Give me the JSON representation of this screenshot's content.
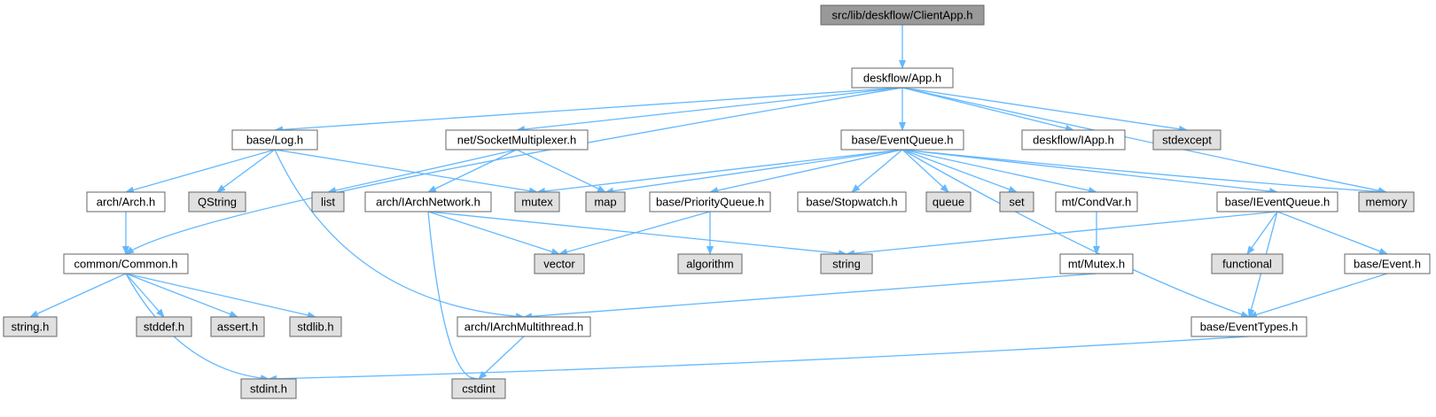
{
  "colors": {
    "edge": "#63b8ff",
    "root_fill": "#999999",
    "local_fill": "#ffffff",
    "system_fill": "#e0e0e0",
    "border": "#666666"
  },
  "nodes": {
    "clientapp": {
      "label": "src/lib/deskflow/ClientApp.h",
      "kind": "root"
    },
    "app": {
      "label": "deskflow/App.h",
      "kind": "local"
    },
    "log": {
      "label": "base/Log.h",
      "kind": "local"
    },
    "socketmux": {
      "label": "net/SocketMultiplexer.h",
      "kind": "local"
    },
    "eventqueue": {
      "label": "base/EventQueue.h",
      "kind": "local"
    },
    "iapp": {
      "label": "deskflow/IApp.h",
      "kind": "local"
    },
    "stdexcept": {
      "label": "stdexcept",
      "kind": "system"
    },
    "arch": {
      "label": "arch/Arch.h",
      "kind": "local"
    },
    "qstring": {
      "label": "QString",
      "kind": "system"
    },
    "list": {
      "label": "list",
      "kind": "system"
    },
    "iarchnetwork": {
      "label": "arch/IArchNetwork.h",
      "kind": "local"
    },
    "mutex": {
      "label": "mutex",
      "kind": "system"
    },
    "map": {
      "label": "map",
      "kind": "system"
    },
    "priorityqueue": {
      "label": "base/PriorityQueue.h",
      "kind": "local"
    },
    "stopwatch": {
      "label": "base/Stopwatch.h",
      "kind": "local"
    },
    "queue": {
      "label": "queue",
      "kind": "system"
    },
    "set": {
      "label": "set",
      "kind": "system"
    },
    "condvar": {
      "label": "mt/CondVar.h",
      "kind": "local"
    },
    "ieventqueue": {
      "label": "base/IEventQueue.h",
      "kind": "local"
    },
    "memory": {
      "label": "memory",
      "kind": "system"
    },
    "common": {
      "label": "common/Common.h",
      "kind": "local"
    },
    "vector": {
      "label": "vector",
      "kind": "system"
    },
    "algorithm": {
      "label": "algorithm",
      "kind": "system"
    },
    "string": {
      "label": "string",
      "kind": "system"
    },
    "mtmutex": {
      "label": "mt/Mutex.h",
      "kind": "local"
    },
    "functional": {
      "label": "functional",
      "kind": "system"
    },
    "event": {
      "label": "base/Event.h",
      "kind": "local"
    },
    "stringh": {
      "label": "string.h",
      "kind": "system"
    },
    "stddef": {
      "label": "stddef.h",
      "kind": "system"
    },
    "assert": {
      "label": "assert.h",
      "kind": "system"
    },
    "stdlib": {
      "label": "stdlib.h",
      "kind": "system"
    },
    "iarchmt": {
      "label": "arch/IArchMultithread.h",
      "kind": "local"
    },
    "eventtypes": {
      "label": "base/EventTypes.h",
      "kind": "local"
    },
    "stdint": {
      "label": "stdint.h",
      "kind": "system"
    },
    "cstdint": {
      "label": "cstdint",
      "kind": "system"
    }
  },
  "edges": [
    [
      "clientapp",
      "app"
    ],
    [
      "app",
      "common"
    ],
    [
      "app",
      "log"
    ],
    [
      "app",
      "socketmux"
    ],
    [
      "app",
      "eventqueue"
    ],
    [
      "app",
      "iapp"
    ],
    [
      "app",
      "stdexcept"
    ],
    [
      "app",
      "memory"
    ],
    [
      "log",
      "arch"
    ],
    [
      "log",
      "qstring"
    ],
    [
      "log",
      "mutex"
    ],
    [
      "log",
      "iarchmt"
    ],
    [
      "socketmux",
      "list"
    ],
    [
      "socketmux",
      "iarchnetwork"
    ],
    [
      "socketmux",
      "map"
    ],
    [
      "eventqueue",
      "mutex"
    ],
    [
      "eventqueue",
      "map"
    ],
    [
      "eventqueue",
      "priorityqueue"
    ],
    [
      "eventqueue",
      "stopwatch"
    ],
    [
      "eventqueue",
      "queue"
    ],
    [
      "eventqueue",
      "set"
    ],
    [
      "eventqueue",
      "condvar"
    ],
    [
      "eventqueue",
      "ieventqueue"
    ],
    [
      "eventqueue",
      "memory"
    ],
    [
      "eventqueue",
      "eventtypes"
    ],
    [
      "arch",
      "common"
    ],
    [
      "iarchnetwork",
      "vector"
    ],
    [
      "iarchnetwork",
      "string"
    ],
    [
      "iarchnetwork",
      "cstdint"
    ],
    [
      "priorityqueue",
      "vector"
    ],
    [
      "priorityqueue",
      "algorithm"
    ],
    [
      "condvar",
      "mtmutex"
    ],
    [
      "mtmutex",
      "iarchmt"
    ],
    [
      "ieventqueue",
      "string"
    ],
    [
      "ieventqueue",
      "functional"
    ],
    [
      "ieventqueue",
      "event"
    ],
    [
      "ieventqueue",
      "eventtypes"
    ],
    [
      "event",
      "eventtypes"
    ],
    [
      "common",
      "stringh"
    ],
    [
      "common",
      "stddef"
    ],
    [
      "common",
      "assert"
    ],
    [
      "common",
      "stdlib"
    ],
    [
      "common",
      "stdint"
    ],
    [
      "iarchmt",
      "cstdint"
    ],
    [
      "eventtypes",
      "stdint"
    ]
  ]
}
